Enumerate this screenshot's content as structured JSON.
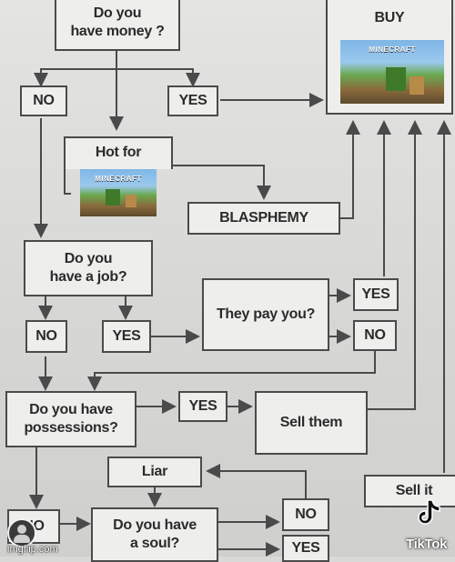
{
  "nodes": {
    "have_money": "Do you\nhave money ?",
    "buy": "BUY",
    "no_1": "NO",
    "yes_1": "YES",
    "hot_for": "Hot for",
    "blasphemy": "BLASPHEMY",
    "have_job": "Do you\nhave a job?",
    "no_2": "NO",
    "yes_2": "YES",
    "they_pay": "They pay you?",
    "yes_3": "YES",
    "no_3": "NO",
    "possessions": "Do you have\npossessions?",
    "yes_4": "YES",
    "sell_them": "Sell them",
    "liar": "Liar",
    "sell_it": "Sell it",
    "no_4": "NO",
    "have_soul": "Do you have\na soul?",
    "no_5": "NO",
    "yes_5": "YES"
  },
  "images": {
    "game_cover_logo": "MINECRAFT"
  },
  "watermarks": {
    "imgflip": "imgflip.com",
    "tiktok": "TikTok"
  },
  "colors": {
    "box_border": "#4a4a4a",
    "box_fill": "#eeeeec",
    "line": "#4a4a4a",
    "background": "#d9d9d7"
  }
}
